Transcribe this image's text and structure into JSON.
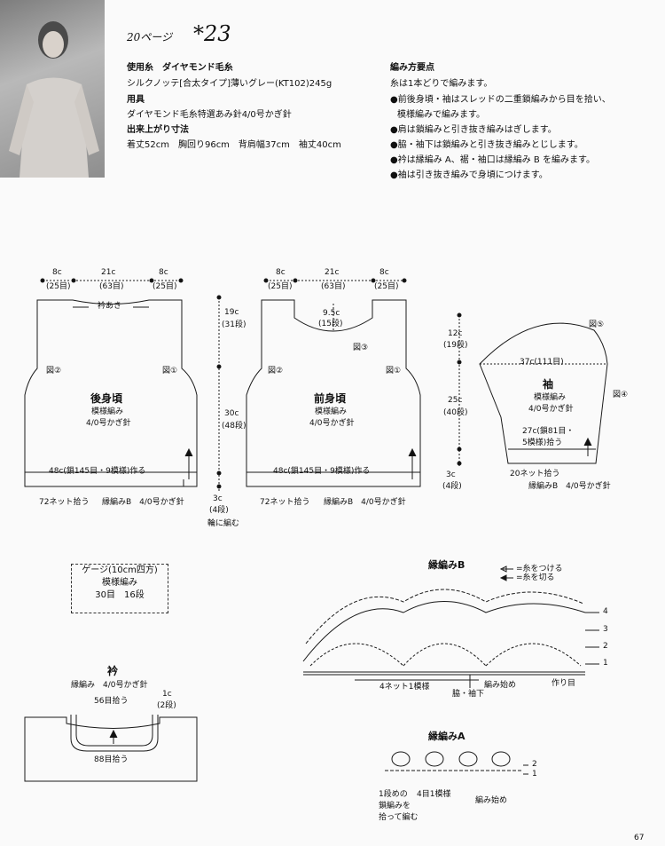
{
  "header": {
    "page_ref": "20ページ",
    "pattern_no": "*23",
    "page_number": "67"
  },
  "materials": {
    "yarn_heading": "使用糸　ダイヤモンド毛糸",
    "yarn_detail": "シルクノッテ[合太タイプ]薄いグレー(KT102)245g",
    "tools_heading": "用具",
    "tools_detail": "ダイヤモンド毛糸特選あみ針4/0号かぎ針",
    "size_heading": "出来上がり寸法",
    "size_detail": "着丈52cm　胸回り96cm　背肩幅37cm　袖丈40cm"
  },
  "points": {
    "heading": "編み方要点",
    "lines": [
      "糸は1本どりで編みます。",
      "●前後身頃・袖はスレッドの二重鎖編みから目を拾い、",
      "模様編みで編みます。",
      "●肩は鎖編みと引き抜き編みはぎします。",
      "●脇・袖下は鎖編みと引き抜き編みとじします。",
      "●衿は縁編み A、裾・袖口は縁編み B を編みます。",
      "●袖は引き抜き編みで身頃につけます。"
    ]
  },
  "back": {
    "dim_left": "8c",
    "dim_left_rows": "(25目)",
    "dim_mid": "21c",
    "dim_mid_rows": "(63目)",
    "dim_right": "8c",
    "dim_right_rows": "(25目)",
    "neck": "衿あき",
    "fig2": "図②",
    "fig1": "図①",
    "title": "後身頃",
    "sub1": "模様編み",
    "sub2": "4/0号かぎ針",
    "start": "48c(鎖145目・9模様)作る",
    "pick": "72ネット拾う",
    "edge": "縁編みB　4/0号かぎ針"
  },
  "center": {
    "h1": "19c",
    "h1r": "(31段)",
    "h2": "30c",
    "h2r": "(48段)",
    "h3": "3c",
    "h3r": "(4段)",
    "ring": "輪に編む"
  },
  "front": {
    "dim_left": "8c",
    "dim_left_rows": "(25目)",
    "dim_mid": "21c",
    "dim_mid_rows": "(63目)",
    "dim_right": "8c",
    "dim_right_rows": "(25目)",
    "neck_depth": "9.5c",
    "neck_rows": "(15段)",
    "fig3": "図③",
    "fig2": "図②",
    "fig1": "図①",
    "title": "前身頃",
    "sub1": "模様編み",
    "sub2": "4/0号かぎ針",
    "start": "48c(鎖145目・9模様)作る",
    "pick": "72ネット拾う",
    "edge": "縁編みB　4/0号かぎ針"
  },
  "sleeve": {
    "h1": "12c",
    "h1r": "(19段)",
    "h2": "25c",
    "h2r": "(40段)",
    "h3": "3c",
    "h3r": "(4段)",
    "fig5": "図⑤",
    "fig4": "図④",
    "top": "37c(111目)",
    "title": "袖",
    "sub1": "模様編み",
    "sub2": "4/0号かぎ針",
    "start1": "27c(鎖81目・",
    "start2": "5模様)拾う",
    "pick": "20ネット拾う",
    "edge": "縁編みB　4/0号かぎ針"
  },
  "gauge": {
    "l1": "ゲージ(10cm四方)",
    "l2": "模様編み",
    "l3": "30目　16段"
  },
  "collar": {
    "title": "衿",
    "sub": "縁編み　4/0号かぎ針",
    "top": "56目拾う",
    "w": "1c",
    "wr": "(2段)",
    "bottom": "88目拾う"
  },
  "edgeB": {
    "title": "縁編みB",
    "legend1": "=糸をつける",
    "legend2": "=糸を切る",
    "rows": [
      "4",
      "3",
      "2",
      "1"
    ],
    "repeat": "4ネット1模様",
    "side": "脇・袖下",
    "start": "編み始め",
    "base": "作り目"
  },
  "edgeA": {
    "title": "縁編みA",
    "rows": [
      "2",
      "1"
    ],
    "note1": "1段めの",
    "note2": "鎖編みを",
    "note3": "拾って編む",
    "repeat": "4目1模様",
    "start": "編み始め"
  }
}
